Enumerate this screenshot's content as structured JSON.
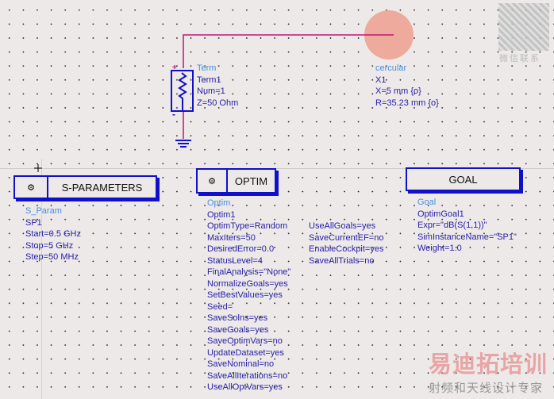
{
  "term": {
    "type": "Term",
    "name": "Term1",
    "num": "Num=1",
    "z": "Z=50 Ohm"
  },
  "cercular": {
    "type": "cercular",
    "name": "X1",
    "x": "X=5 mm {o}",
    "r": "R=35.23 mm {o}"
  },
  "sparam": {
    "title": "S-PARAMETERS",
    "type": "S_Param",
    "name": "SP1",
    "lines": [
      "Start=0.5 GHz",
      "Stop=5 GHz",
      "Step=50 MHz"
    ]
  },
  "optim": {
    "title": "OPTIM",
    "type": "Optim",
    "name": "Optim1",
    "lines": [
      "OptimType=Random",
      "MaxIters=50",
      "DesiredError=0.0",
      "StatusLevel=4",
      "FinalAnalysis=\"None\"",
      "NormalizeGoals=yes",
      "SetBestValues=yes",
      "Seed=",
      "SaveSolns=yes",
      "SaveGoals=yes",
      "SaveOptimVars=no",
      "UpdateDataset=yes",
      "SaveNominal=no",
      "SaveAllIterations=no",
      "UseAllOptVars=yes"
    ],
    "lines2": [
      "UseAllGoals=yes",
      "SaveCurrentEF=no",
      "EnableCockpit=yes",
      "SaveAllTrials=no"
    ]
  },
  "goal": {
    "title": "GOAL",
    "type": "Goal",
    "name": "OptimGoal1",
    "lines": [
      "Expr=\"dB(S(1,1))\"",
      "SimInstanceName=\"SP1\"",
      "Weight=1.0"
    ]
  },
  "watermark": {
    "brand": "易迪拓培训",
    "slogan": "射频和天线设计专家",
    "qr_caption": "微信联系"
  },
  "colors": {
    "wire": "#c0156f",
    "component": "#1010c8",
    "label": "#4b8ee0",
    "text": "#2a20a8"
  }
}
